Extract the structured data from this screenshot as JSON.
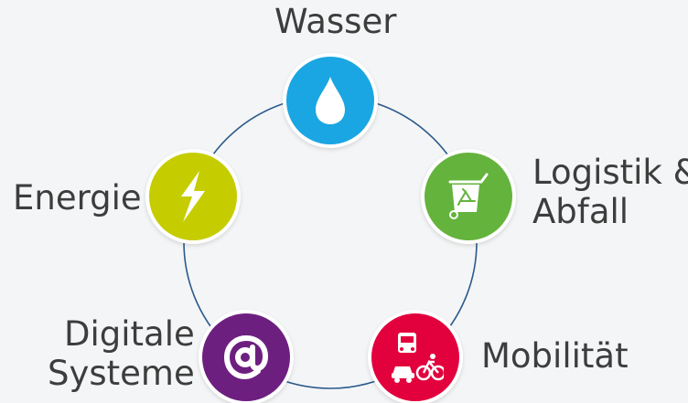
{
  "diagram": {
    "ring_color": "#2a5a8c",
    "nodes": [
      {
        "id": "wasser",
        "label": "Wasser",
        "color": "#1aa6e2",
        "icon": "water-drop-icon"
      },
      {
        "id": "logistik",
        "label_line1": "Logistik &",
        "label_line2": "Abfall",
        "color": "#64b33c",
        "icon": "recycling-bin-icon"
      },
      {
        "id": "mobilitaet",
        "label": "Mobilität",
        "color": "#e2003d",
        "icon": "mobility-icon"
      },
      {
        "id": "digitale",
        "label_line1": "Digitale",
        "label_line2": "Systeme",
        "color": "#6d1f80",
        "icon": "at-sign-icon"
      },
      {
        "id": "energie",
        "label": "Energie",
        "color": "#c5cd00",
        "icon": "lightning-bolt-icon"
      }
    ]
  }
}
